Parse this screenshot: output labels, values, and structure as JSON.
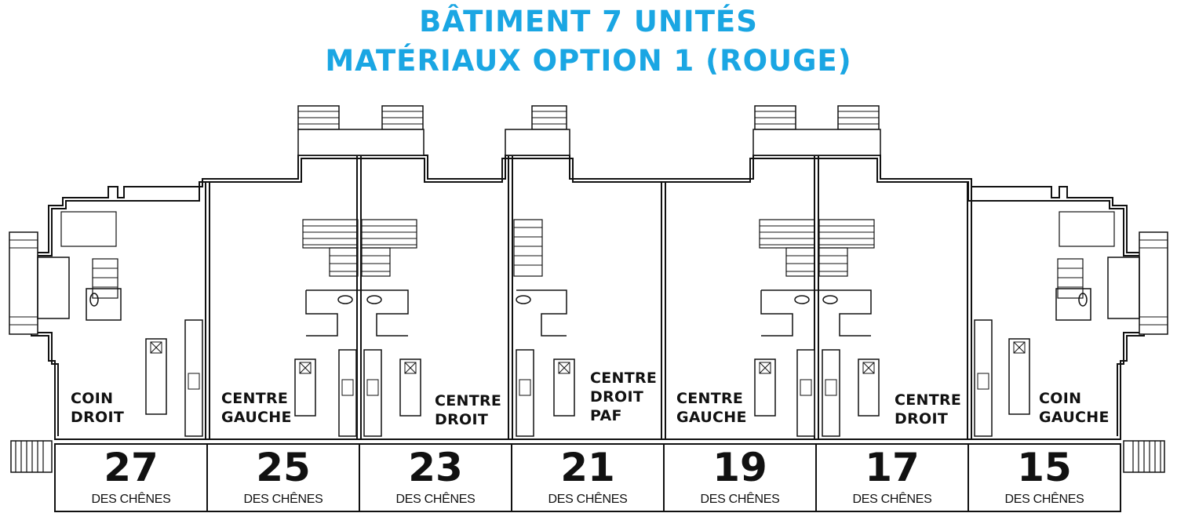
{
  "title": {
    "line1": "BÂTIMENT 7 UNITÉS",
    "line2": "MATÉRIAUX OPTION 1 (ROUGE)"
  },
  "colors": {
    "title": "#1aa6e3",
    "lines": "#111111"
  },
  "units": [
    {
      "number": "27",
      "street": "DES CHÊNES",
      "type_line1": "COIN",
      "type_line2": "DROIT",
      "type_line3": ""
    },
    {
      "number": "25",
      "street": "DES CHÊNES",
      "type_line1": "CENTRE",
      "type_line2": "GAUCHE",
      "type_line3": ""
    },
    {
      "number": "23",
      "street": "DES CHÊNES",
      "type_line1": "CENTRE",
      "type_line2": "DROIT",
      "type_line3": ""
    },
    {
      "number": "21",
      "street": "DES CHÊNES",
      "type_line1": "CENTRE",
      "type_line2": "DROIT",
      "type_line3": "PAF"
    },
    {
      "number": "19",
      "street": "DES CHÊNES",
      "type_line1": "CENTRE",
      "type_line2": "GAUCHE",
      "type_line3": ""
    },
    {
      "number": "17",
      "street": "DES CHÊNES",
      "type_line1": "CENTRE",
      "type_line2": "DROIT",
      "type_line3": ""
    },
    {
      "number": "15",
      "street": "DES CHÊNES",
      "type_line1": "COIN",
      "type_line2": "GAUCHE",
      "type_line3": ""
    }
  ]
}
